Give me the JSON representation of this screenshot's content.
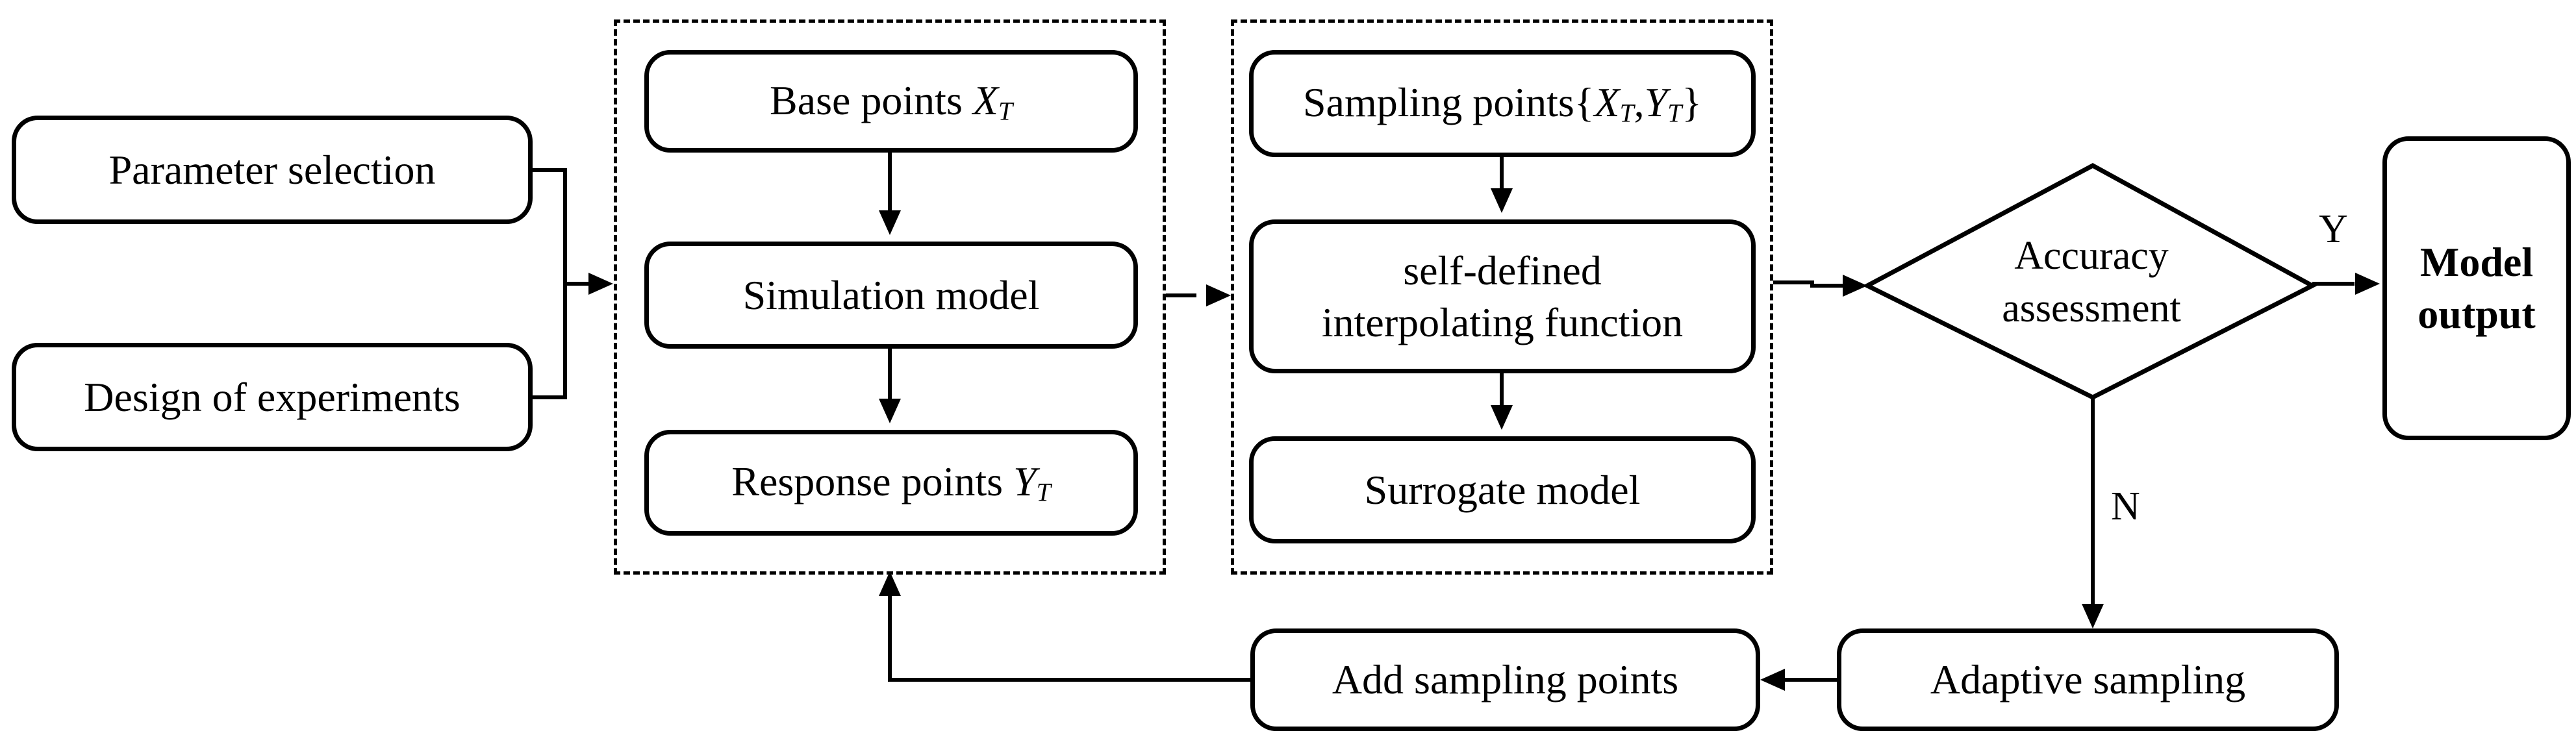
{
  "nodes": {
    "parameter_selection": "Parameter selection",
    "design_of_experiments": "Design of experiments",
    "base_points": {
      "text": "Base points ",
      "var": "X",
      "sub": "T"
    },
    "simulation_model": "Simulation model",
    "response_points": {
      "text": "Response points ",
      "var": "Y",
      "sub": "T"
    },
    "sampling_points": {
      "text": "Sampling points{",
      "var1": "X",
      "sub1": "T",
      "sep": ",",
      "var2": "Y",
      "sub2": "T",
      "close": "}"
    },
    "interpolating_line1": "self-defined",
    "interpolating_line2": "interpolating function",
    "surrogate_model": "Surrogate model",
    "accuracy_line1": "Accuracy",
    "accuracy_line2": "assessment",
    "model_output_line1": "Model",
    "model_output_line2": "output",
    "adaptive_sampling": "Adaptive sampling",
    "add_sampling_points": "Add sampling points"
  },
  "edge_labels": {
    "yes": "Y",
    "no": "N"
  }
}
